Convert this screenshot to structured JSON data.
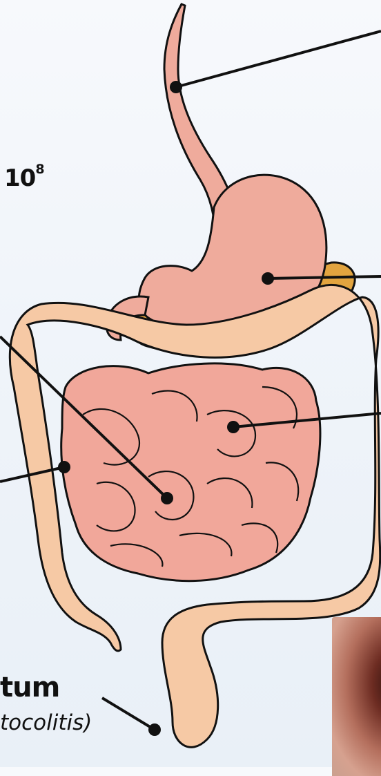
{
  "labels": {
    "count_base": "10",
    "count_exponent": "8",
    "rectum_fragment": "tum",
    "condition_fragment": "tocolitis)"
  },
  "colors": {
    "stomach": "#efab9c",
    "esophagus": "#efab9c",
    "small_intestine": "#f1a79a",
    "large_intestine": "#f6c9a5",
    "pancreas": "#e2a43f",
    "outline": "#111111",
    "leader_line": "#111111"
  },
  "images": {
    "endoscopy_photo": "endoscopic-photo-thumbnail"
  }
}
